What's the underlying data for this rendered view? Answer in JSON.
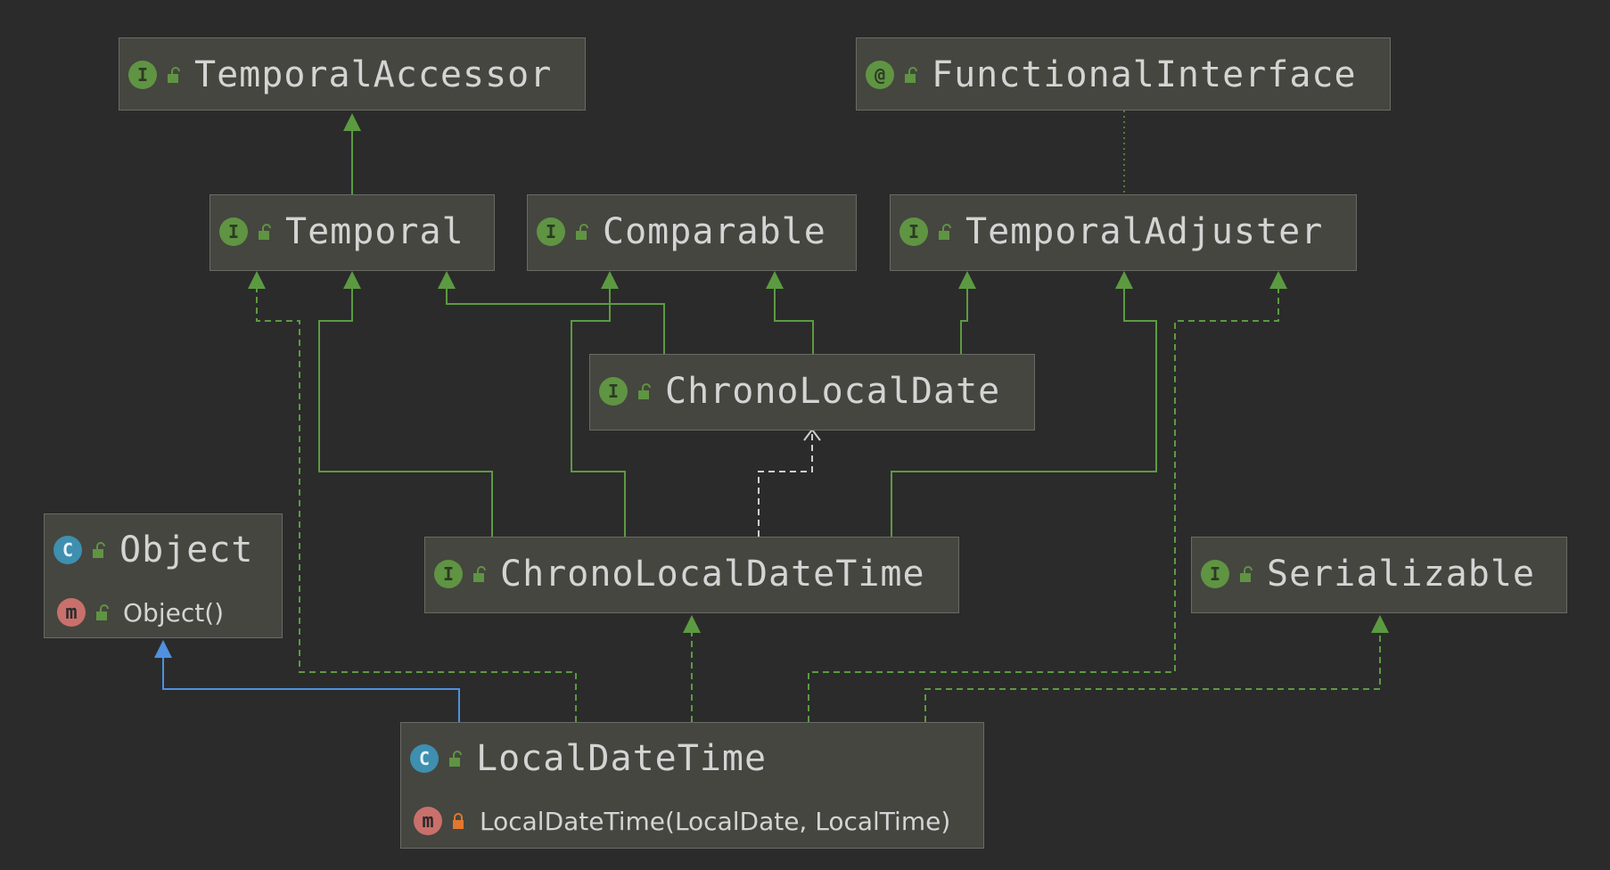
{
  "colors": {
    "background": "#2b2b2b",
    "node_fill": "#45463f",
    "node_border": "#6a6a66",
    "inherit_edge": "#5c9a42",
    "extends_class_edge": "#4f90e0",
    "dependency_edge": "#cfcfcf",
    "annotation_edge": "#5c9a42"
  },
  "nodes": {
    "temporal_accessor": {
      "kind": "I",
      "kind_icon": "interface-icon",
      "label": "TemporalAccessor"
    },
    "functional_interface": {
      "kind": "@",
      "kind_icon": "annotation-icon",
      "label": "FunctionalInterface"
    },
    "temporal": {
      "kind": "I",
      "kind_icon": "interface-icon",
      "label": "Temporal"
    },
    "comparable": {
      "kind": "I",
      "kind_icon": "interface-icon",
      "label": "Comparable"
    },
    "temporal_adjuster": {
      "kind": "I",
      "kind_icon": "interface-icon",
      "label": "TemporalAdjuster"
    },
    "chrono_local_date": {
      "kind": "I",
      "kind_icon": "interface-icon",
      "label": "ChronoLocalDate"
    },
    "object": {
      "kind": "C",
      "kind_icon": "class-icon",
      "label": "Object",
      "method": {
        "kind": "m",
        "label": "Object()",
        "visibility": "public"
      }
    },
    "chrono_local_date_time": {
      "kind": "I",
      "kind_icon": "interface-icon",
      "label": "ChronoLocalDateTime"
    },
    "serializable": {
      "kind": "I",
      "kind_icon": "interface-icon",
      "label": "Serializable"
    },
    "local_date_time": {
      "kind": "C",
      "kind_icon": "class-icon",
      "label": "LocalDateTime",
      "method": {
        "kind": "m",
        "label": "LocalDateTime(LocalDate, LocalTime)",
        "visibility": "private"
      }
    }
  }
}
